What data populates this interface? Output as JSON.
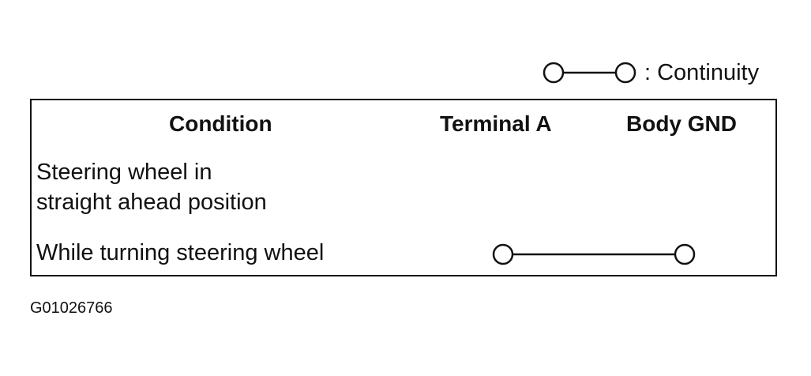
{
  "legend": {
    "label": ": Continuity"
  },
  "table": {
    "headers": {
      "condition": "Condition",
      "terminal_a": "Terminal A",
      "body_gnd": "Body GND"
    },
    "rows": [
      {
        "condition": "Steering wheel in\nstraight ahead position",
        "continuity": false
      },
      {
        "condition": "While turning steering wheel",
        "continuity": true
      }
    ]
  },
  "footer": {
    "code": "G01026766"
  }
}
